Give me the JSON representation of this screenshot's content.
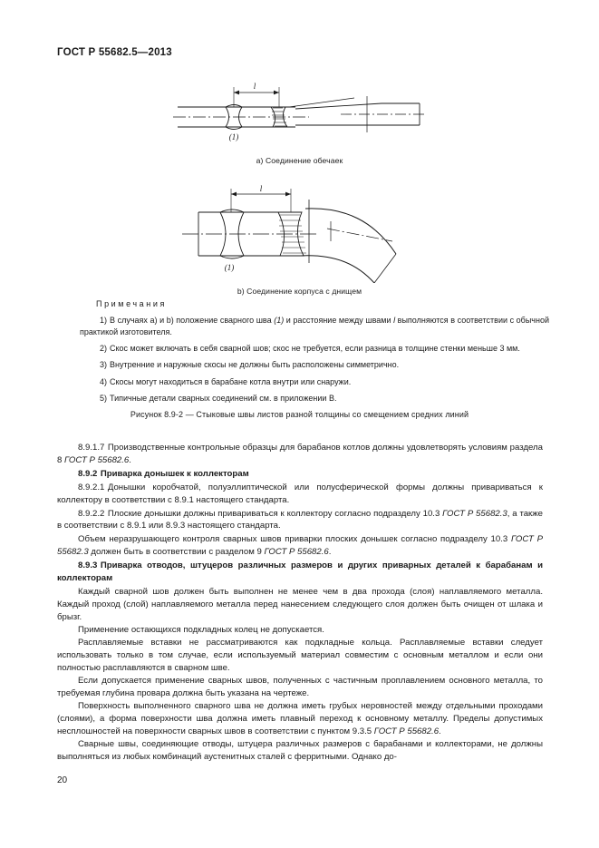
{
  "header": {
    "standard_code": "ГОСТ Р 55682.5—2013"
  },
  "figures": {
    "a": {
      "caption": "a) Соединение обечаек",
      "dimension_label": "l",
      "weld_label": "(1)"
    },
    "b": {
      "caption": "b) Соединение корпуса с днищем",
      "dimension_label": "l",
      "weld_label": "(1)"
    },
    "title": "Рисунок 8.9-2 — Стыковые швы листов разной толщины со смещением средних линий"
  },
  "notes": {
    "title": "Примечания",
    "items": [
      {
        "number": "1)",
        "part1": "В случаях a) и b) положение сварного шва ",
        "italic1": "(1)",
        "part2": " и расстояние между швами ",
        "italic2": "l",
        "part3": " выполняются в соответствии с обычной практикой изготовителя."
      },
      {
        "number": "2)",
        "part1": "Скос может включать в себя сварной шов; скос не требуется, если разница в толщине стенки меньше 3 мм.",
        "italic1": "",
        "part2": "",
        "italic2": "",
        "part3": ""
      },
      {
        "number": "3)",
        "part1": "Внутренние и наружные скосы не должны быть расположены симметрично.",
        "italic1": "",
        "part2": "",
        "italic2": "",
        "part3": ""
      },
      {
        "number": "4)",
        "part1": "Скосы могут находиться в барабане котла внутри или снаружи.",
        "italic1": "",
        "part2": "",
        "italic2": "",
        "part3": ""
      },
      {
        "number": "5)",
        "part1": "Типичные детали сварных соединений см. в приложении В.",
        "italic1": "",
        "part2": "",
        "italic2": "",
        "part3": ""
      }
    ]
  },
  "body": {
    "p1_num": "8.9.1.7",
    "p1_text": "Производственные контрольные образцы для барабанов котлов должны удовлетворять условиям раздела 8 ",
    "p1_ital": "ГОСТ Р 55682.6",
    "p1_tail": ".",
    "h1_num": "8.9.2",
    "h1_text": "Приварка донышек к коллекторам",
    "p2_num": "8.9.2.1",
    "p2_text": "Донышки коробчатой, полуэллиптической или полусферической формы должны привариваться к коллектору в соответствии с 8.9.1 настоящего стандарта.",
    "p3_num": "8.9.2.2",
    "p3_text": "Плоские донышки должны привариваться к коллектору согласно подразделу 10.3 ",
    "p3_ital": "ГОСТ Р 55682.3",
    "p3_tail": ", а также в соответствии с 8.9.1 или 8.9.3 настоящего стандарта.",
    "p4_text1": "Объем неразрушающего контроля сварных швов приварки плоских донышек согласно подразделу 10.3 ",
    "p4_ital1": "ГОСТ Р 55682.3",
    "p4_text2": " должен быть в соответствии с разделом 9 ",
    "p4_ital2": "ГОСТ Р 55682.6",
    "p4_tail": ".",
    "h2_num": "8.9.3",
    "h2_text": "Приварка отводов, штуцеров различных размеров и других приварных деталей к барабанам и коллекторам",
    "p5_text": "Каждый сварной шов должен быть выполнен не менее чем в два прохода (слоя) наплавляемого металла. Каждый проход (слой) наплавляемого металла перед нанесением следующего слоя должен быть очищен от шлака и брызг.",
    "p6_text": "Применение остающихся подкладных колец не допускается.",
    "p7_text": "Расплавляемые вставки не рассматриваются как подкладные кольца. Расплавляемые вставки следует использовать только в том случае, если используемый материал совместим с основным металлом и если они полностью расплавляются в сварном шве.",
    "p8_text": "Если допускается применение сварных швов, полученных с частичным проплавлением основного металла, то требуемая глубина провара должна быть указана на чертеже.",
    "p9_text1": "Поверхность выполненного сварного шва не должна иметь грубых неровностей между отдельными проходами (слоями), а форма поверхности шва должна иметь плавный переход к основному металлу. Пределы допустимых несплошностей на поверхности сварных швов в соответствии с пунктом 9.3.5 ",
    "p9_ital": "ГОСТ Р 55682.6",
    "p9_tail": ".",
    "p10_text": "Сварные швы, соединяющие отводы, штуцера различных размеров с барабанами и коллекторами, не должны выполняться из любых комбинаций аустенитных сталей с ферритными. Однако до-"
  },
  "footer": {
    "page_number": "20"
  }
}
